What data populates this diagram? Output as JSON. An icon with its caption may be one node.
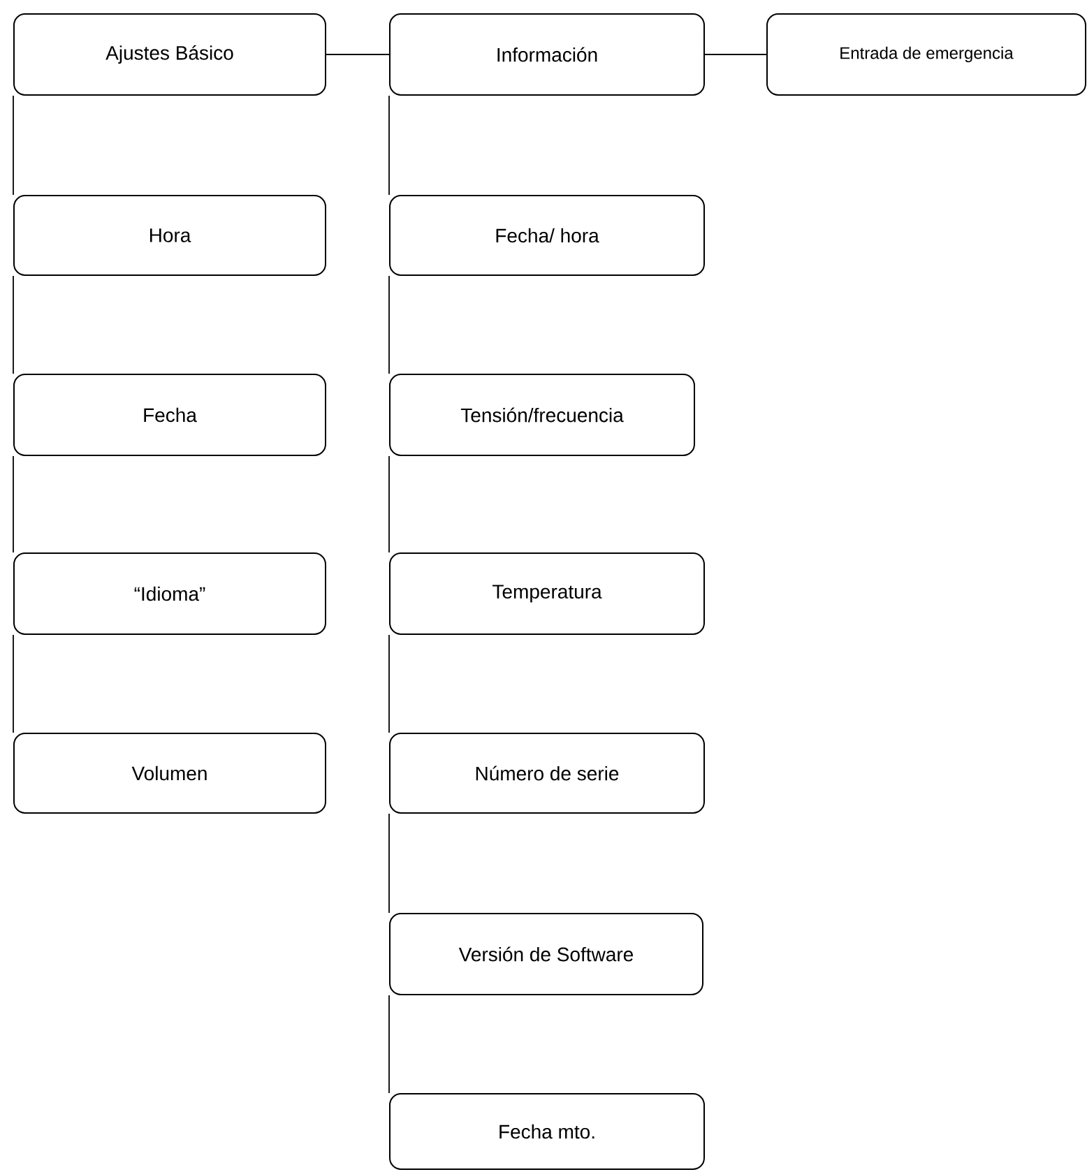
{
  "diagram": {
    "nodes": [
      {
        "text": [
          "Ajustes Básico"
        ]
      },
      {
        "text": [
          "Información"
        ]
      },
      {
        "text": [
          "Entrada de emergencia"
        ]
      },
      {
        "text": [
          "Hora"
        ]
      },
      {
        "text": [
          "Fecha/ hora"
        ]
      },
      {
        "text": [
          "Fecha"
        ]
      },
      {
        "text": [
          "Tensión/frecuencia"
        ]
      },
      {
        "text": [
          "“Idioma”"
        ]
      },
      {
        "text": [
          "Temperatura"
        ]
      },
      {
        "text": [
          "Volumen"
        ]
      },
      {
        "text": [
          "Número de serie"
        ]
      },
      {
        "text": [
          "Versión de Software"
        ]
      },
      {
        "text": [
          "Fecha mto."
        ]
      }
    ],
    "edges": [
      {
        "from": 0,
        "to": 1,
        "arrow": "none"
      },
      {
        "from": 1,
        "to": 2,
        "arrow": "none"
      },
      {
        "from": 0,
        "to": 3,
        "arrow": "none"
      },
      {
        "from": 3,
        "to": 5,
        "arrow": "none"
      },
      {
        "from": 5,
        "to": 7,
        "arrow": "none"
      },
      {
        "from": 7,
        "to": 9,
        "arrow": "none"
      },
      {
        "from": 1,
        "to": 4,
        "arrow": "none"
      },
      {
        "from": 4,
        "to": 6,
        "arrow": "none"
      },
      {
        "from": 6,
        "to": 8,
        "arrow": "none"
      },
      {
        "from": 8,
        "to": 10,
        "arrow": "none"
      },
      {
        "from": 10,
        "to": 11,
        "arrow": "none"
      },
      {
        "from": 11,
        "to": 12,
        "arrow": "none"
      }
    ]
  }
}
